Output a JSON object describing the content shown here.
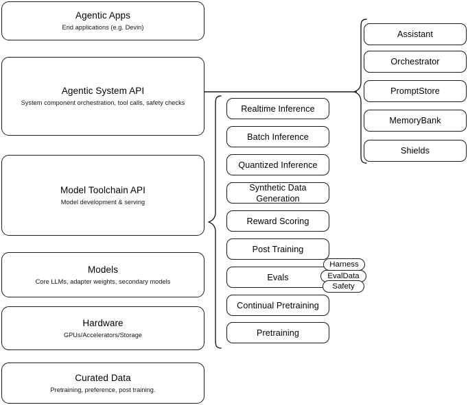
{
  "diagram": {
    "title": "AI stack layered architecture diagram",
    "stroke_color": "#1a1a1a",
    "background_color": "#ffffff",
    "left_stack": [
      {
        "id": "agentic-apps",
        "title": "Agentic Apps",
        "subtitle": "End applications (e.g. Devin)"
      },
      {
        "id": "agentic-system-api",
        "title": "Agentic System API",
        "subtitle": "System component orchestration, tool calls, safety checks"
      },
      {
        "id": "model-toolchain-api",
        "title": "Model Toolchain API",
        "subtitle": "Model development & serving"
      },
      {
        "id": "models",
        "title": "Models",
        "subtitle": "Core LLMs, adapter weights, secondary models"
      },
      {
        "id": "hardware",
        "title": "Hardware",
        "subtitle": "GPUs/Accelerators/Storage"
      },
      {
        "id": "curated-data",
        "title": "Curated Data",
        "subtitle": "Pretraining, preference, post training."
      }
    ],
    "middle_column": [
      {
        "id": "realtime-inference",
        "title": "Realtime Inference"
      },
      {
        "id": "batch-inference",
        "title": "Batch Inference"
      },
      {
        "id": "quantized-inference",
        "title": "Quantized Inference"
      },
      {
        "id": "synthetic-data-generation",
        "title": "Synthetic Data Generation"
      },
      {
        "id": "reward-scoring",
        "title": "Reward Scoring"
      },
      {
        "id": "post-training",
        "title": "Post Training"
      },
      {
        "id": "evals",
        "title": "Evals"
      },
      {
        "id": "continual-pretraining",
        "title": "Continual Pretraining"
      },
      {
        "id": "pretraining",
        "title": "Pretraining"
      }
    ],
    "right_column": [
      {
        "id": "assistant",
        "title": "Assistant"
      },
      {
        "id": "orchestrator",
        "title": "Orchestrator"
      },
      {
        "id": "promptstore",
        "title": "PromptStore"
      },
      {
        "id": "memorybank",
        "title": "MemoryBank"
      },
      {
        "id": "shields",
        "title": "Shields"
      }
    ],
    "evals_pills": [
      {
        "id": "harness",
        "title": "Harness"
      },
      {
        "id": "evaldata",
        "title": "EvalData"
      },
      {
        "id": "safety",
        "title": "Safety"
      }
    ]
  }
}
